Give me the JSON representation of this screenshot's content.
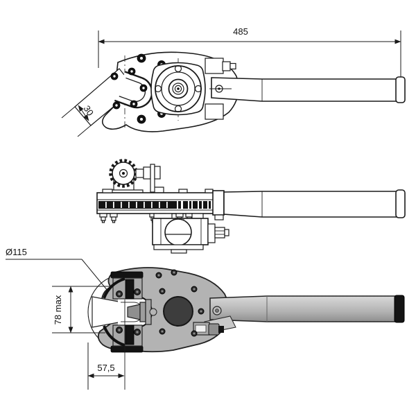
{
  "drawing": {
    "dimensions": {
      "overall_length": "485",
      "jaw_angle": "30",
      "head_diameter": "Ø115",
      "opening_max": "78 max",
      "half_width": "57,5"
    },
    "colors": {
      "line": "#1a1a1a",
      "body_gray": "#b3b3b3",
      "jaw_block_gray": "#a8a8a8",
      "dark_gray": "#3d3d3d",
      "black": "#141414",
      "background": "#ffffff"
    }
  }
}
